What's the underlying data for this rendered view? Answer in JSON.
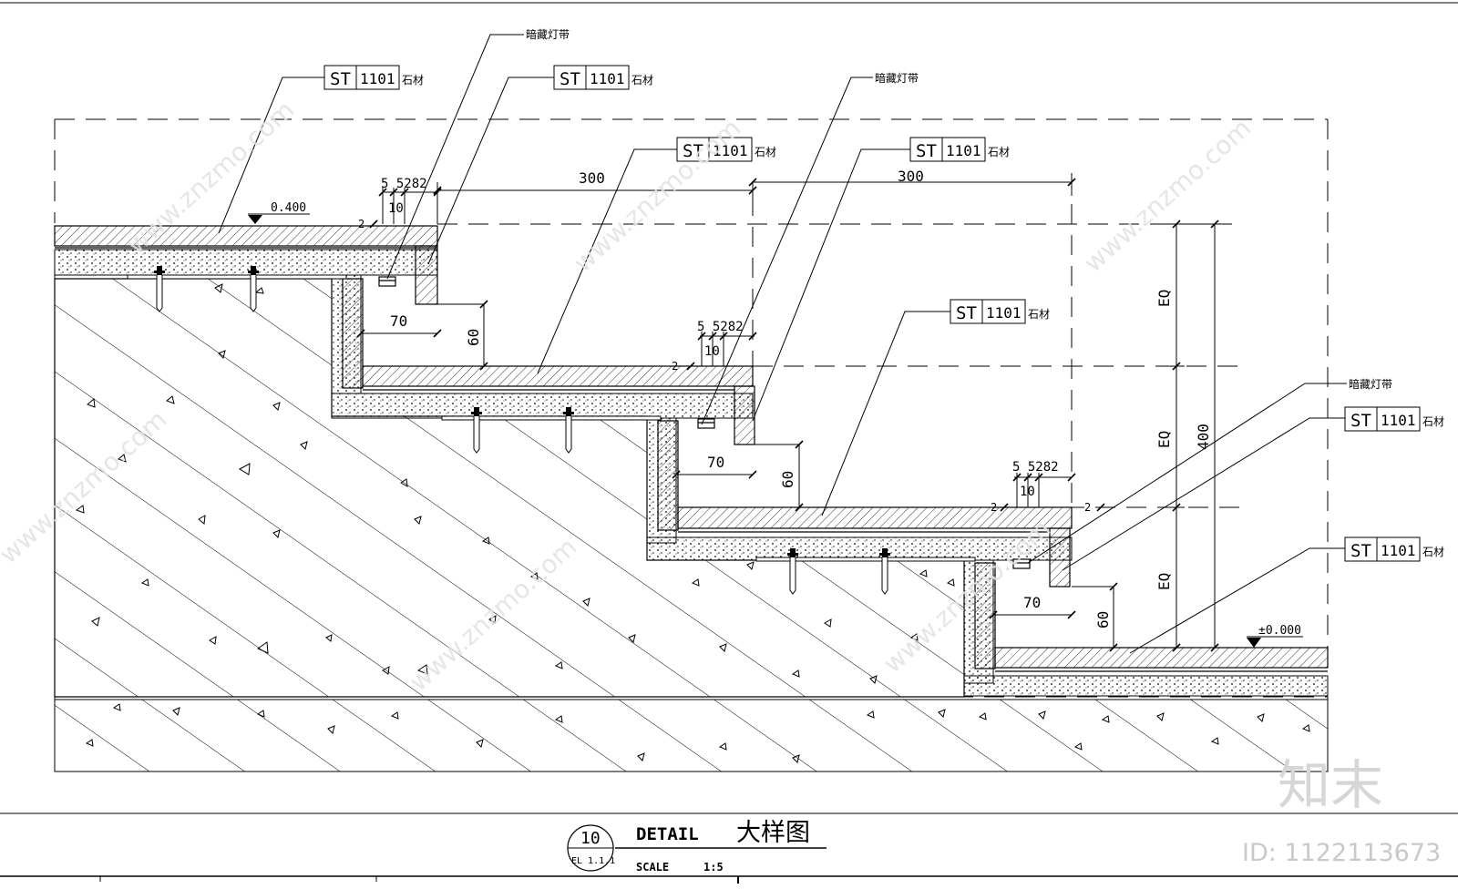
{
  "tags": {
    "st_code": "ST",
    "st_num": "1101",
    "st_mat": "石材",
    "led": "暗藏灯带"
  },
  "dims": {
    "d300": "300",
    "d70": "70",
    "d60": "60",
    "d400": "400",
    "eq": "EQ",
    "small": "5 5282",
    "ten": "10",
    "two": "2"
  },
  "levels": {
    "top": "0.400",
    "bottom": "±0.000"
  },
  "title": {
    "circle_num": "10",
    "circle_ref": "EL 1.1.1",
    "detail": "DETAIL",
    "cn": "大样图",
    "scale_label": "SCALE",
    "scale_value": "1:5"
  },
  "watermark": {
    "site": "www.znzmo.com",
    "brand": "知末",
    "id": "ID: 1122113673"
  }
}
